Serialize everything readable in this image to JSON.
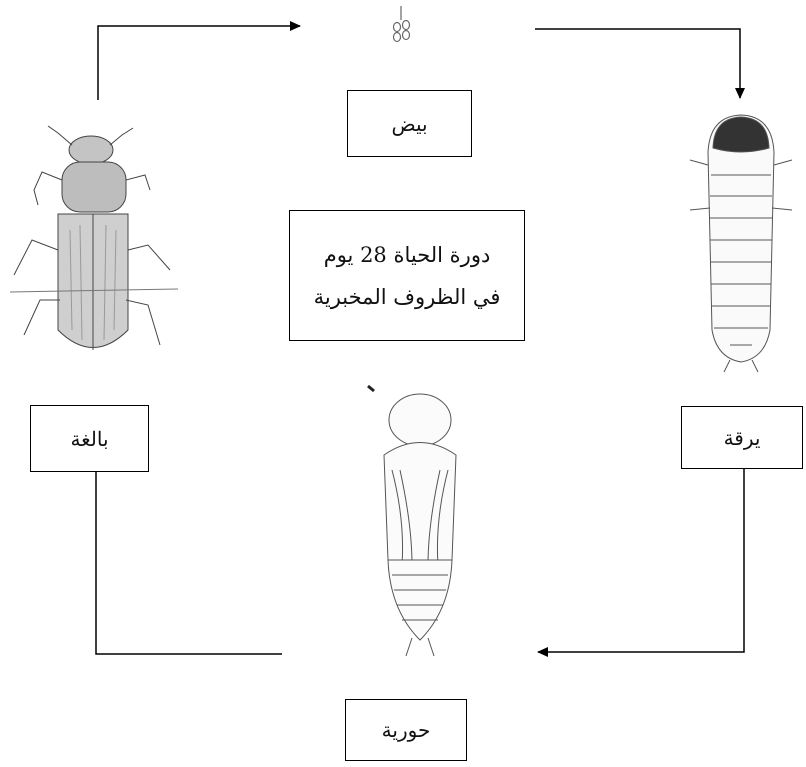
{
  "diagram": {
    "stages": {
      "egg": "بيض",
      "larva": "يرقة",
      "pupa": "حورية",
      "adult": "بالغة"
    },
    "center": {
      "line1": "دورة الحياة 28 يوم",
      "line2": "في الظروف المخبرية"
    }
  }
}
